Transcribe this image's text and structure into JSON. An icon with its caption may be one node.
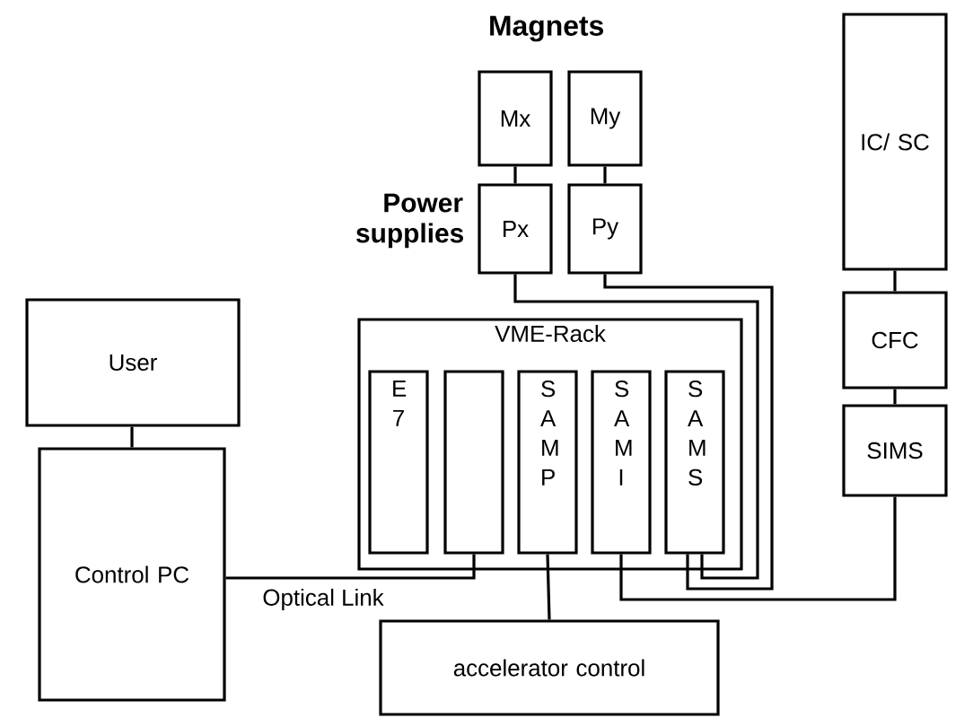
{
  "diagram": {
    "nodes": [
      {
        "text": [
          "Mx"
        ]
      },
      {
        "text": [
          "My"
        ]
      },
      {
        "text": [
          "Px"
        ]
      },
      {
        "text": [
          "Py"
        ]
      },
      {
        "text": [
          "IC/ SC"
        ]
      },
      {
        "text": [
          "User"
        ]
      },
      {
        "text": [
          "VME-Rack"
        ]
      },
      {
        "text": [
          "E 7"
        ],
        "in": 6
      },
      {
        "text": [],
        "shape": "box",
        "in": 6
      },
      {
        "text": [
          "S A M P"
        ],
        "in": 6
      },
      {
        "text": [
          "S A M I"
        ],
        "in": 6
      },
      {
        "text": [
          "S A M S"
        ],
        "in": 6
      },
      {
        "text": [
          "CFC"
        ]
      },
      {
        "text": [
          "SIMS"
        ]
      },
      {
        "text": [
          "Control PC"
        ]
      },
      {
        "text": [
          "accelerator control"
        ]
      }
    ],
    "edges": [
      {
        "from": 0,
        "to": 2,
        "arrow": "none"
      },
      {
        "from": 1,
        "to": 3,
        "arrow": "none"
      },
      {
        "from": 4,
        "to": 12,
        "arrow": "none"
      },
      {
        "from": 12,
        "to": 13,
        "arrow": "none"
      },
      {
        "from": 5,
        "to": 14,
        "arrow": "none"
      },
      {
        "from": 14,
        "to": 8,
        "arrow": "none",
        "label": "Optical Link"
      },
      {
        "from": 9,
        "to": 15,
        "arrow": "none"
      },
      {
        "from": 10,
        "to": 13,
        "arrow": "none"
      },
      {
        "from": 11,
        "to": 2,
        "arrow": "none"
      },
      {
        "from": 11,
        "to": 3,
        "arrow": "none"
      }
    ],
    "labels": [
      "Magnets",
      "Power supplies"
    ]
  }
}
